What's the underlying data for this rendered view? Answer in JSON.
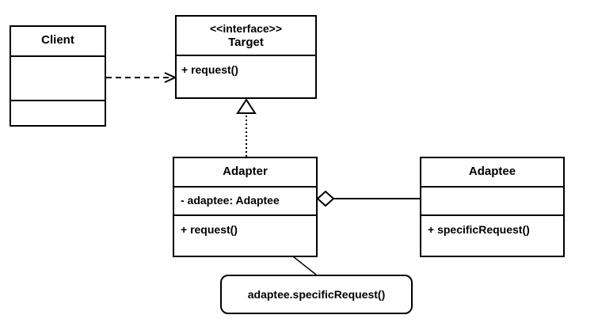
{
  "diagram": {
    "classes": {
      "client": {
        "name": "Client"
      },
      "target": {
        "stereotype": "<<interface>>",
        "name": "Target",
        "methods": [
          "+ request()"
        ]
      },
      "adapter": {
        "name": "Adapter",
        "attributes": [
          "- adaptee: Adaptee"
        ],
        "methods": [
          "+ request()"
        ]
      },
      "adaptee": {
        "name": "Adaptee",
        "methods": [
          "+ specificRequest()"
        ]
      }
    },
    "note": {
      "text": "adaptee.specificRequest()"
    },
    "relationships": [
      {
        "from": "client",
        "to": "target",
        "type": "dependency"
      },
      {
        "from": "adapter",
        "to": "target",
        "type": "realization"
      },
      {
        "from": "adapter",
        "to": "adaptee",
        "type": "aggregation"
      },
      {
        "from": "note",
        "to": "adapter",
        "type": "note-anchor"
      }
    ],
    "colors": {
      "stroke": "#000000",
      "fill": "#ffffff"
    }
  }
}
